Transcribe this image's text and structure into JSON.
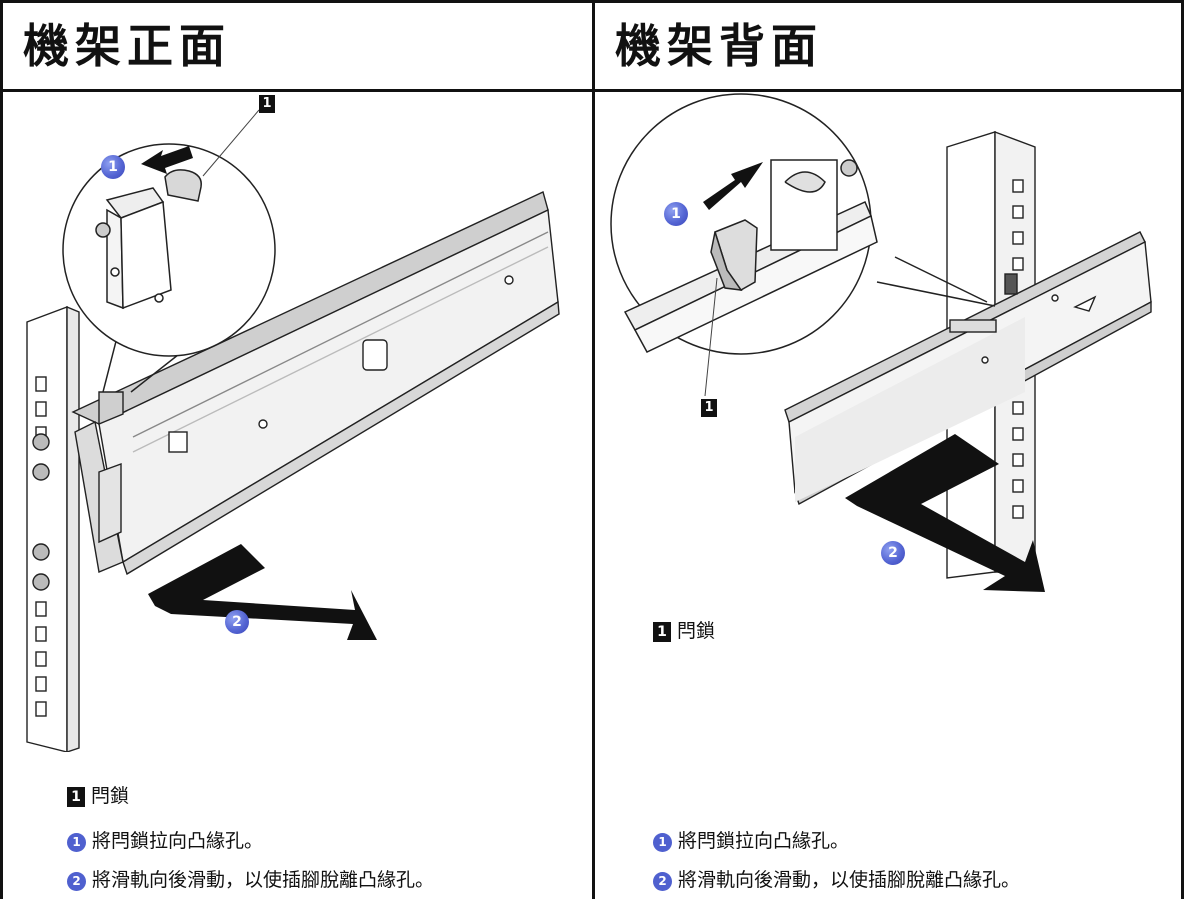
{
  "panels": [
    {
      "title": "機架正面",
      "callout_tag": "1",
      "callout_steps": [
        "1",
        "2"
      ],
      "legend": {
        "tag": "1",
        "label": "閂鎖"
      },
      "steps": [
        {
          "num": "1",
          "text": "將閂鎖拉向凸緣孔。"
        },
        {
          "num": "2",
          "text": "將滑軌向後滑動，以使插腳脫離凸緣孔。"
        }
      ]
    },
    {
      "title": "機架背面",
      "callout_tag": "1",
      "callout_steps": [
        "1",
        "2"
      ],
      "legend": {
        "tag": "1",
        "label": "閂鎖"
      },
      "steps": [
        {
          "num": "1",
          "text": "將閂鎖拉向凸緣孔。"
        },
        {
          "num": "2",
          "text": "將滑軌向後滑動，以使插腳脫離凸緣孔。"
        }
      ]
    }
  ],
  "colors": {
    "step_badge": "#5566d4",
    "rail_shadow": "#d8d8d8",
    "ink": "#111111"
  }
}
